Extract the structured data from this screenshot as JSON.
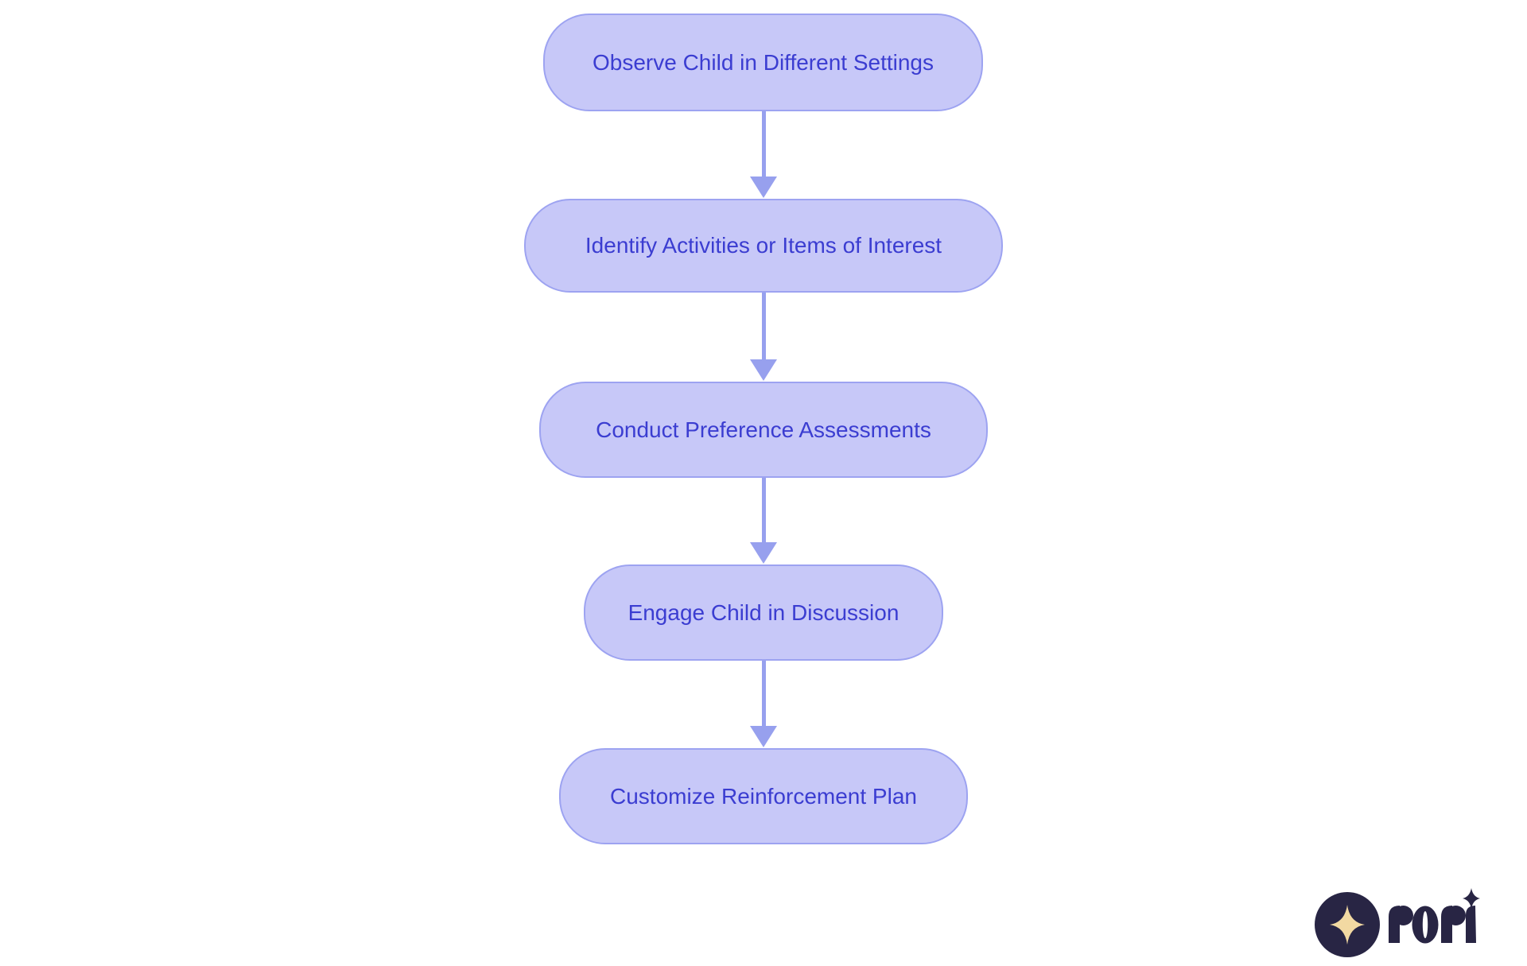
{
  "diagram": {
    "type": "flowchart",
    "direction": "top-down",
    "colors": {
      "background": "#ffffff",
      "node_fill": "#c7c8f8",
      "node_border": "#9da3f1",
      "node_text": "#3b3dd1",
      "arrow": "#97a0ee"
    },
    "nodes": [
      {
        "id": "observe",
        "label": "Observe Child in Different Settings"
      },
      {
        "id": "identify",
        "label": "Identify Activities or Items of Interest"
      },
      {
        "id": "conduct",
        "label": "Conduct Preference Assessments"
      },
      {
        "id": "engage",
        "label": "Engage Child in Discussion"
      },
      {
        "id": "customize",
        "label": "Customize Reinforcement Plan"
      }
    ],
    "edges": [
      {
        "from": "observe",
        "to": "identify"
      },
      {
        "from": "identify",
        "to": "conduct"
      },
      {
        "from": "conduct",
        "to": "engage"
      },
      {
        "from": "engage",
        "to": "customize"
      }
    ]
  },
  "logo": {
    "brand": "rori",
    "colors": {
      "mark": "#282544",
      "star": "#f2d9a2"
    }
  }
}
